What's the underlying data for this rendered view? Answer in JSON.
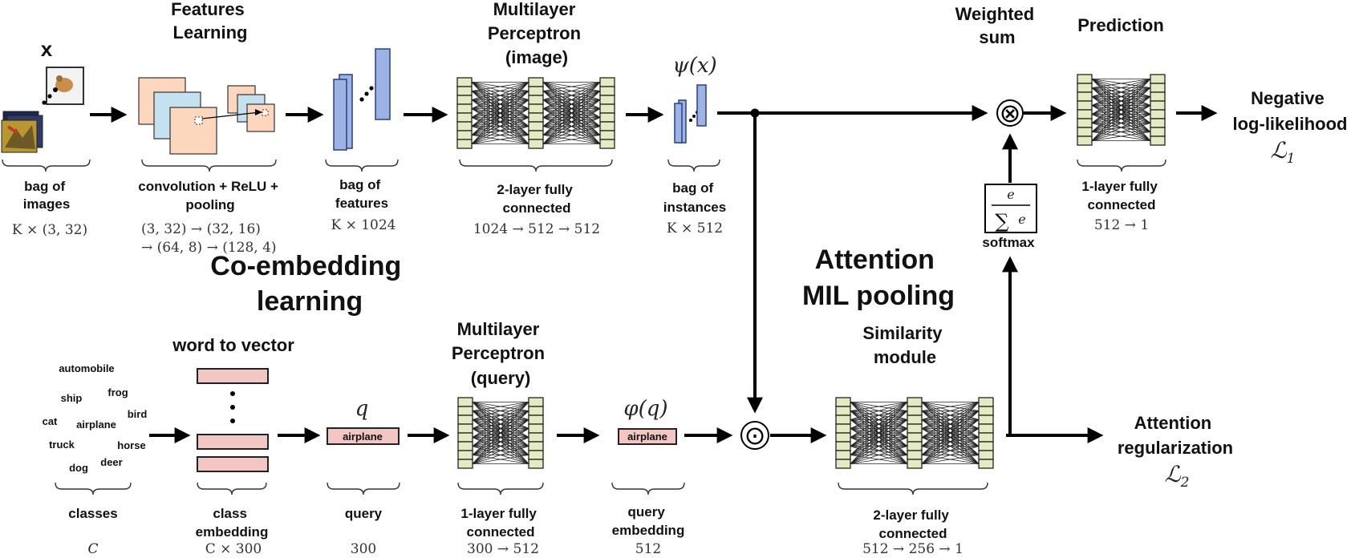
{
  "top": {
    "x_label": "x",
    "features_learning": [
      "Features",
      "Learning"
    ],
    "mlp_image": [
      "Multilayer",
      "Perceptron",
      "(image)"
    ],
    "psi_x": "ψ(x)",
    "weighted_sum": [
      "Weighted",
      "sum"
    ],
    "prediction": "Prediction",
    "negative_ll": [
      "Negative",
      "log-likelihood"
    ],
    "loss1": "ℒ",
    "loss1_sub": "1",
    "bag_images": [
      "bag of",
      "images"
    ],
    "bag_images_dim": "K × (3, 32)",
    "conv": [
      "convolution + ReLU +",
      "pooling"
    ],
    "conv_dims": [
      "(3, 32) → (32, 16)",
      "→ (64, 8) → (128, 4)"
    ],
    "bag_features": [
      "bag of",
      "features"
    ],
    "bag_features_dim": "K × 1024",
    "fc2": [
      "2-layer fully",
      "connected"
    ],
    "fc2_dims": "1024 → 512 → 512",
    "bag_instances": [
      "bag of",
      "instances"
    ],
    "bag_instances_dim": "K × 512",
    "softmax": "softmax",
    "softmax_e": "e",
    "softmax_sum": "∑",
    "fc1": [
      "1-layer fully",
      "connected"
    ],
    "fc1_dims": "512 → 1"
  },
  "middle": {
    "co_embedding": [
      "Co-embedding",
      "learning"
    ],
    "attention_mil": [
      "Attention",
      "MIL pooling"
    ]
  },
  "bottom": {
    "word_to_vector": "word to vector",
    "classes_words": [
      "automobile",
      "frog",
      "ship",
      "bird",
      "cat",
      "airplane",
      "truck",
      "horse",
      "dog",
      "deer"
    ],
    "q": "q",
    "query_box": "airplane",
    "mlp_query": [
      "Multilayer",
      "Perceptron",
      "(query)"
    ],
    "phi_q": "φ(q)",
    "query_emb_box": "airplane",
    "similarity": [
      "Similarity",
      "module"
    ],
    "attention_reg": [
      "Attention",
      "regularization"
    ],
    "loss2": "ℒ",
    "loss2_sub": "2",
    "classes": "classes",
    "classes_dim": "C",
    "class_embedding": [
      "class",
      "embedding"
    ],
    "class_embedding_dim": "C × 300",
    "query": "query",
    "query_dim": "300",
    "fc1q": [
      "1-layer fully",
      "connected"
    ],
    "fc1q_dims": "300 → 512",
    "query_embedding": [
      "query",
      "embedding"
    ],
    "query_embedding_dim": "512",
    "fc2s": [
      "2-layer fully",
      "connected"
    ],
    "fc2s_dims": "512 → 256 → 1"
  },
  "icons": {
    "otimes": "⊗",
    "odot": "⊙"
  }
}
